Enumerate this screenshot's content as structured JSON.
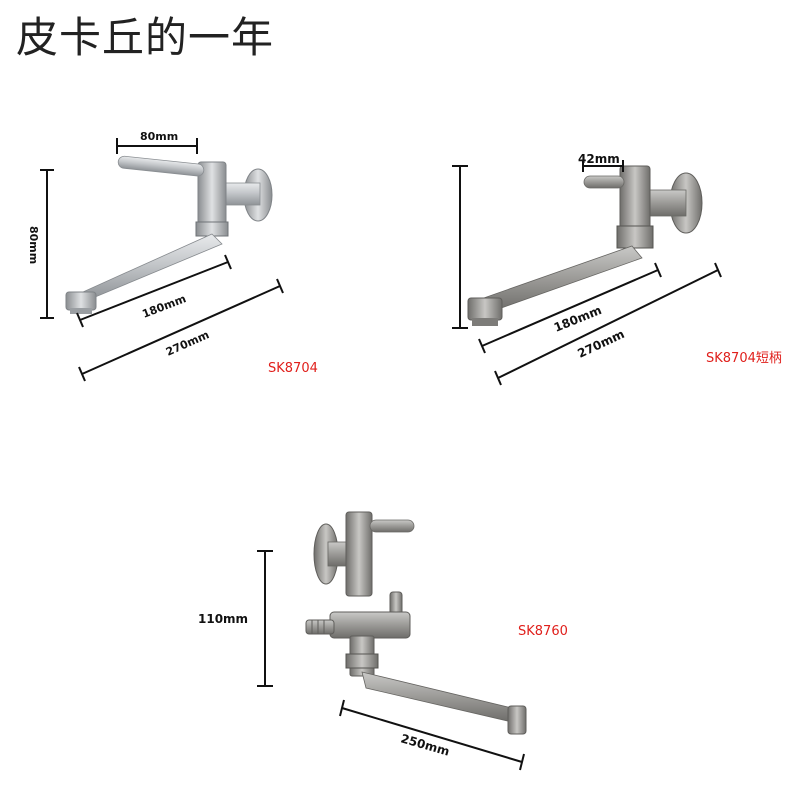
{
  "header": {
    "title": "皮卡丘的一年"
  },
  "colors": {
    "model_label": "#e0201c",
    "dimension_line": "#111111",
    "metal": "#b9bcc0"
  },
  "products": [
    {
      "model": "SK8704",
      "icon": "wall-faucet-long-handle",
      "dimensions": {
        "handle": "80mm",
        "height": "80mm",
        "spout": "180mm",
        "total": "270mm"
      }
    },
    {
      "model": "SK8704短柄",
      "icon": "wall-faucet-short-handle",
      "dimensions": {
        "handle": "42mm",
        "spout": "180mm",
        "total": "270mm"
      }
    },
    {
      "model": "SK8760",
      "icon": "wall-faucet-with-diverter",
      "dimensions": {
        "height": "110mm",
        "spout": "250mm"
      }
    }
  ]
}
